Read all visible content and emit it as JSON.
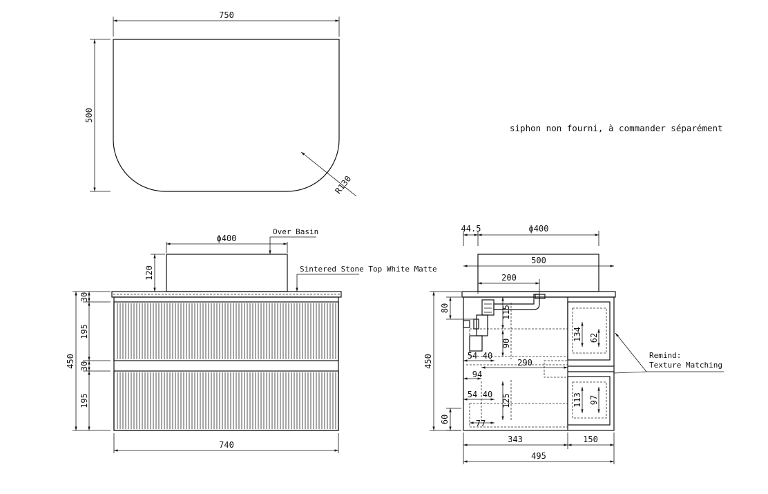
{
  "notes": {
    "siphon": "siphon non fourni, à commander séparément",
    "over_basin": "Over Basin",
    "sintered_top": "Sintered Stone Top White Matte",
    "remind": "Remind:",
    "texture": "Texture Matching"
  },
  "top_view": {
    "width": "750",
    "depth": "500",
    "radius": "R130"
  },
  "front_view": {
    "basin_dia": "ϕ400",
    "basin_height": "120",
    "top_thk": "30",
    "drawer_h1": "195",
    "gap": "30",
    "drawer_h2": "195",
    "total_height": "450",
    "width": "740"
  },
  "side_view": {
    "offset": "44.5",
    "basin_dia": "ϕ400",
    "basin_width": "500",
    "trap_offset": "200",
    "upper_80": "80",
    "upper_115": "115",
    "upper_90": "90",
    "upper_54": "54",
    "upper_40": "40",
    "upper_290": "290",
    "mid_94": "94",
    "lower_54": "54",
    "lower_40": "40",
    "lower_125": "125",
    "lower_60": "60",
    "lower_77": "77",
    "total_height": "450",
    "drawer_134": "134",
    "drawer_62": "62",
    "drawer_113": "113",
    "drawer_97": "97",
    "bottom_343": "343",
    "bottom_150": "150",
    "bottom_495": "495"
  }
}
